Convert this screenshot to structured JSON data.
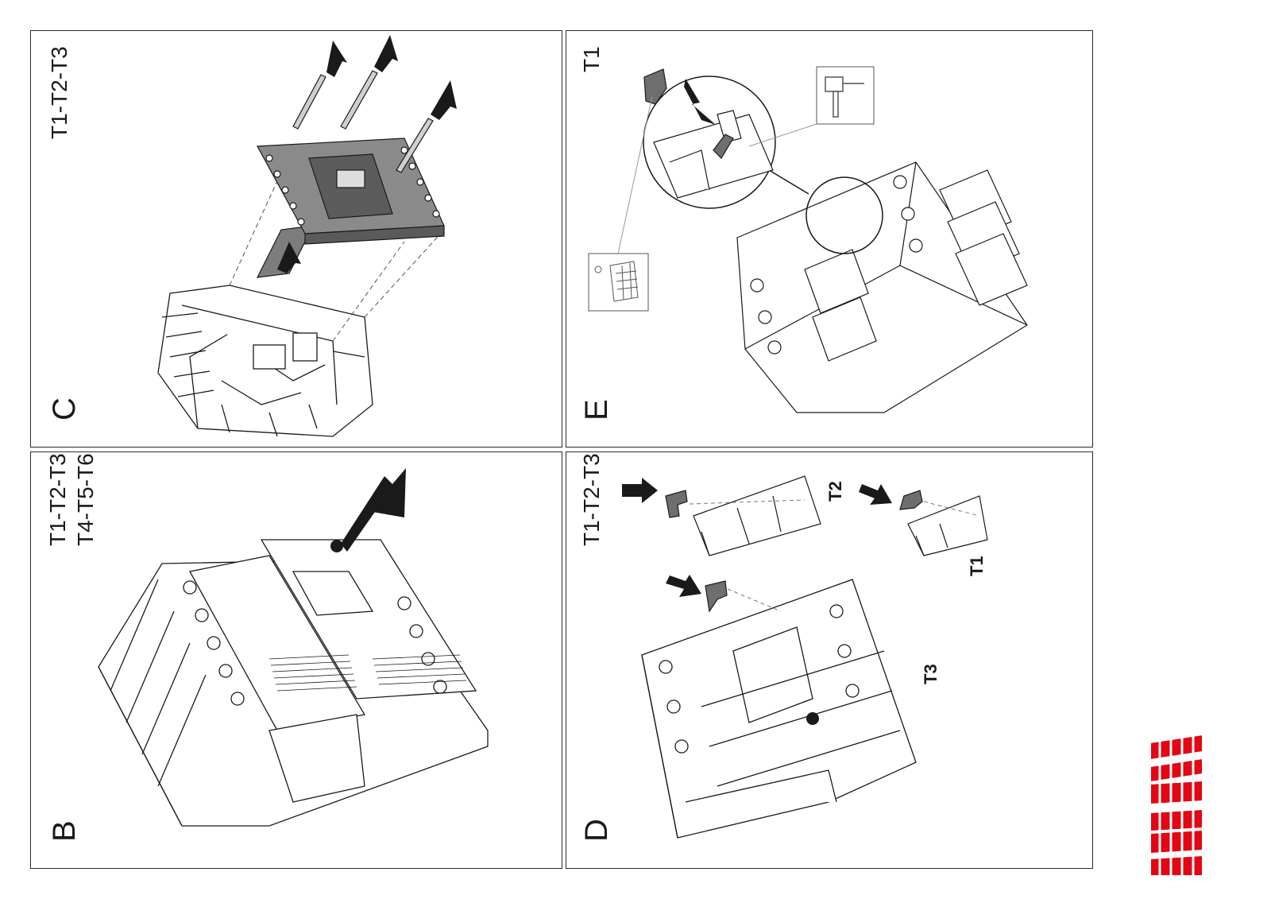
{
  "panels": {
    "c": {
      "letter": "C",
      "models": [
        "T1-T2-T3"
      ]
    },
    "e": {
      "letter": "E",
      "models": [
        "T1"
      ]
    },
    "b": {
      "letter": "B",
      "models": [
        "T1-T2-T3",
        "T4-T5-T6"
      ]
    },
    "d": {
      "letter": "D",
      "models": [
        "T1-T2-T3"
      ],
      "callouts": {
        "t2": "T2",
        "t1": "T1",
        "t3": "T3"
      }
    }
  },
  "brand": {
    "name": "ABB",
    "color": "#e30613"
  },
  "colors": {
    "line": "#1a1a1a",
    "fill_dark": "#555555",
    "fill_mid": "#8a8a8a",
    "fill_light": "#bdbdbd"
  }
}
